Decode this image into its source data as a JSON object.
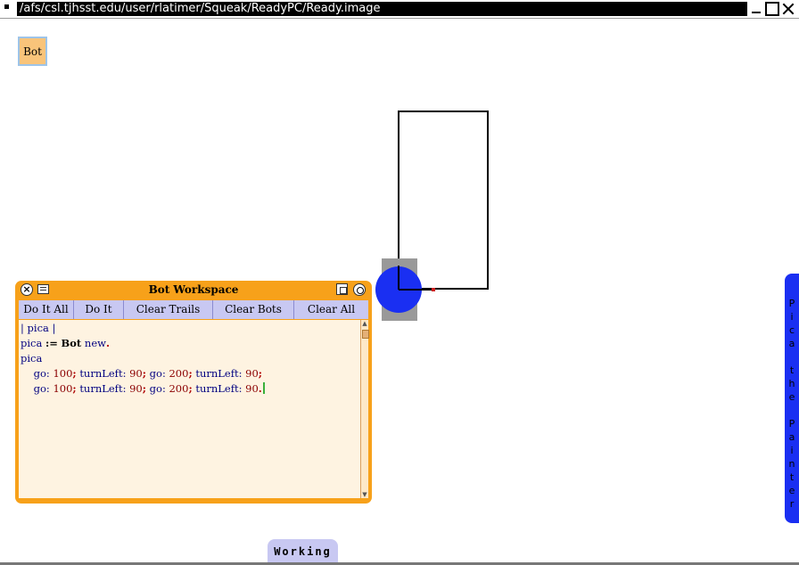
{
  "window": {
    "title": "/afs/csl.tjhsst.edu/user/rlatimer/Squeak/ReadyPC/Ready.image"
  },
  "world": {
    "bot_button_label": "Bot"
  },
  "workspace": {
    "title": "Bot Workspace",
    "buttons": [
      "Do It All",
      "Do It",
      "Clear Trails",
      "Clear Bots",
      "Clear All"
    ],
    "code": {
      "line1": "| pica |",
      "line2_var": "pica",
      "line2_assign": ":=",
      "line2_class": "Bot",
      "line2_msg": "new",
      "line3": "pica",
      "line4": [
        "go:",
        "100",
        "turnLeft:",
        "90",
        "go:",
        "200",
        "turnLeft:",
        "90"
      ],
      "line5": [
        "go:",
        "100",
        "turnLeft:",
        "90",
        "go:",
        "200",
        "turnLeft:",
        "90"
      ]
    }
  },
  "flaps": {
    "pica_label": "Pica the Painter",
    "working_label": "Working"
  },
  "colors": {
    "workspace_frame": "#f7a11a",
    "bot_body": "#1a2ff2",
    "flap": "#1a2ff2",
    "button_bar": "#c8c8f2"
  }
}
